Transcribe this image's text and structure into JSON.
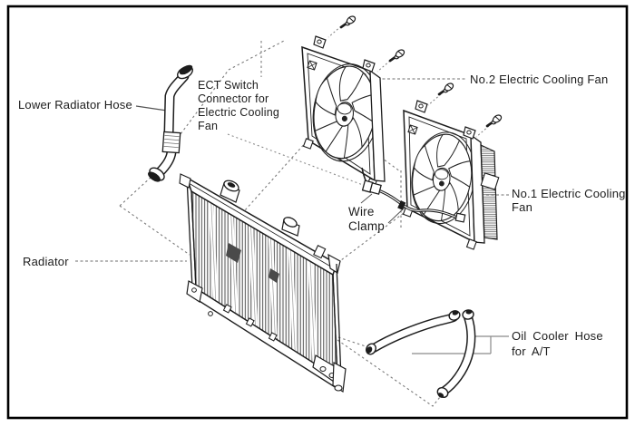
{
  "figure": {
    "type": "exploded-parts-diagram",
    "subject": "radiator-and-electric-cooling-fans",
    "colors": {
      "line": "#1c1c1c",
      "background": "#ffffff",
      "leader": "#808080"
    },
    "labels": {
      "lower_radiator_hose": "Lower Radiator Hose",
      "ect_switch_connector": "ECT Switch\nConnector for\nElectric Cooling\nFan",
      "no2_fan": "No.2 Electric Cooling Fan",
      "no1_fan": "No.1 Electric Cooling\nFan",
      "wire_clamp": "Wire\nClamp",
      "radiator": "Radiator",
      "oil_cooler_hose": "Oil Cooler Hose\nfor A/T"
    },
    "parts": [
      "lower-radiator-hose",
      "ect-switch-connector",
      "no2-electric-cooling-fan",
      "no1-electric-cooling-fan",
      "wire-clamp",
      "radiator",
      "oil-cooler-hoses",
      "mounting-screws"
    ]
  }
}
